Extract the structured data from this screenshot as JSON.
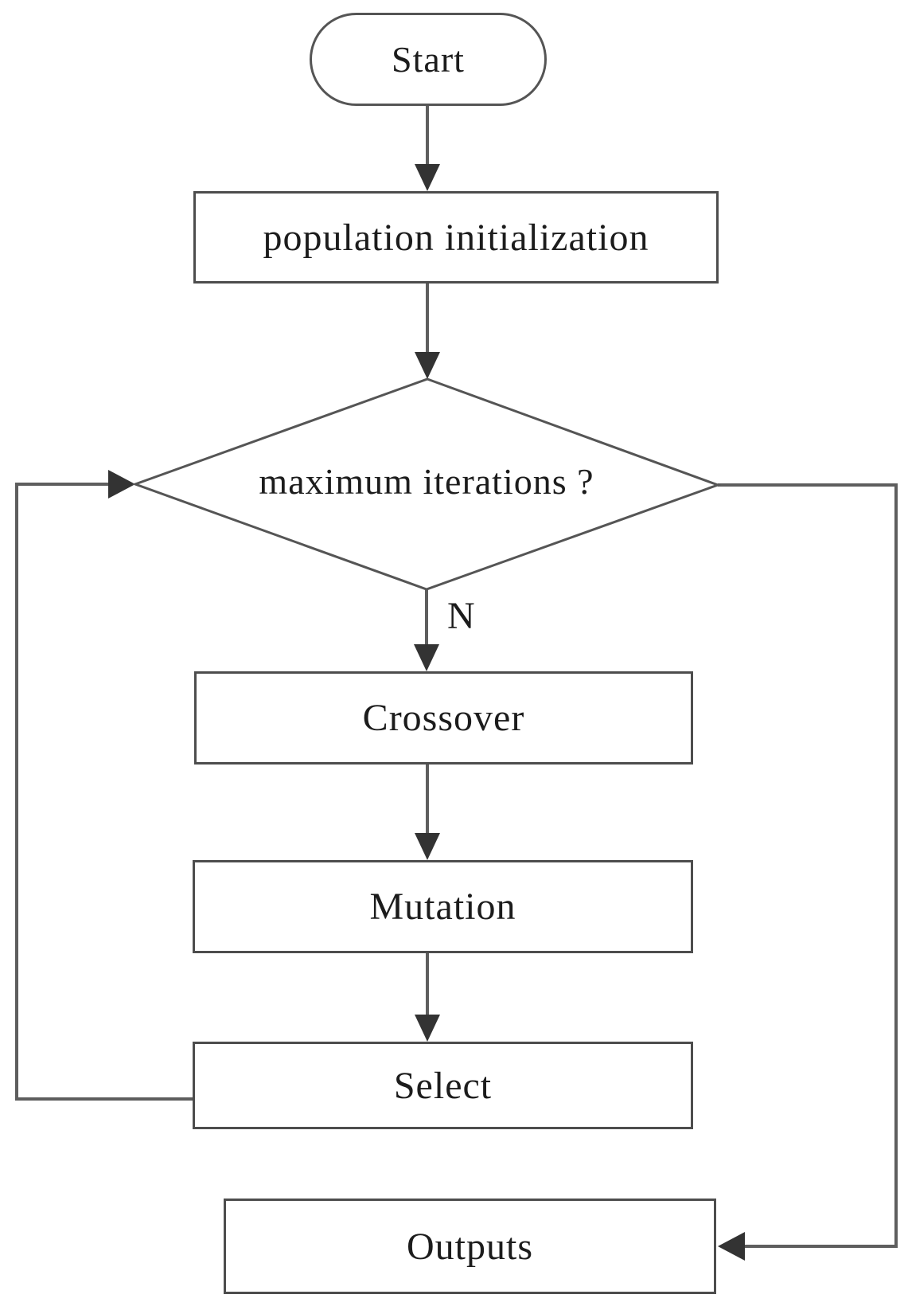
{
  "figure": {
    "background": "#ffffff",
    "line_color": "#5e5e5e",
    "border_color": "#4d4d4d",
    "arrow_color": "#333333",
    "text_color": "#1c1c1c"
  },
  "nodes": {
    "start": {
      "type": "terminator",
      "label": "Start"
    },
    "population_initialization": {
      "type": "process",
      "label": "population initialization"
    },
    "maximum_iterations": {
      "type": "decision",
      "label": "maximum iterations ?"
    },
    "crossover": {
      "type": "process",
      "label": "Crossover"
    },
    "mutation": {
      "type": "process",
      "label": "Mutation"
    },
    "select": {
      "type": "process",
      "label": "Select"
    },
    "outputs": {
      "type": "process",
      "label": "Outputs"
    }
  },
  "edges": {
    "decision_no_branch_label": "N",
    "flow": [
      "start -> population_initialization",
      "population_initialization -> maximum_iterations",
      "maximum_iterations -N-> crossover",
      "crossover -> mutation",
      "mutation -> select",
      "select -> maximum_iterations (left feedback loop)",
      "maximum_iterations -> outputs (right rail)"
    ]
  }
}
